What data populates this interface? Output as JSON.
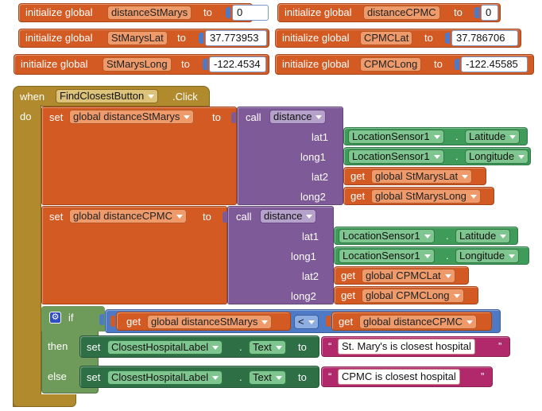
{
  "globals": [
    {
      "kw": "initialize global",
      "name": "distanceStMarys",
      "to": "to",
      "value": "0"
    },
    {
      "kw": "initialize global",
      "name": "StMarysLat",
      "to": "to",
      "value": "37.773953"
    },
    {
      "kw": "initialize global",
      "name": "StMarysLong",
      "to": "to",
      "value": "-122.4534"
    },
    {
      "kw": "initialize global",
      "name": "distanceCPMC",
      "to": "to",
      "value": "0"
    },
    {
      "kw": "initialize global",
      "name": "CPMCLat",
      "to": "to",
      "value": "37.786706"
    },
    {
      "kw": "initialize global",
      "name": "CPMCLong",
      "to": "to",
      "value": "-122.45585"
    }
  ],
  "event": {
    "when": "when",
    "component": "FindClosestButton",
    "event": ".Click",
    "do": "do"
  },
  "set1": {
    "set": "set",
    "var": "global distanceStMarys",
    "to": "to",
    "call": "call",
    "proc": "distance",
    "params": [
      "lat1",
      "long1",
      "lat2",
      "long2"
    ],
    "lat1": {
      "comp": "LocationSensor1",
      "dot": ".",
      "prop": "Latitude"
    },
    "long1": {
      "comp": "LocationSensor1",
      "dot": ".",
      "prop": "Longitude"
    },
    "lat2": {
      "get": "get",
      "var": "global StMarysLat"
    },
    "long2": {
      "get": "get",
      "var": "global StMarysLong"
    }
  },
  "set2": {
    "set": "set",
    "var": "global distanceCPMC",
    "to": "to",
    "call": "call",
    "proc": "distance",
    "params": [
      "lat1",
      "long1",
      "lat2",
      "long2"
    ],
    "lat1": {
      "comp": "LocationSensor1",
      "dot": ".",
      "prop": "Latitude"
    },
    "long1": {
      "comp": "LocationSensor1",
      "dot": ".",
      "prop": "Longitude"
    },
    "lat2": {
      "get": "get",
      "var": "global CPMCLat"
    },
    "long2": {
      "get": "get",
      "var": "global CPMCLong"
    }
  },
  "ifblock": {
    "if": "if",
    "then": "then",
    "else": "else",
    "left": {
      "get": "get",
      "var": "global distanceStMarys"
    },
    "op": "<",
    "right": {
      "get": "get",
      "var": "global distanceCPMC"
    },
    "thenSet": {
      "set": "set",
      "comp": "ClosestHospitalLabel",
      "dot": ".",
      "prop": "Text",
      "to": "to",
      "text": "St. Mary's is closest hospital"
    },
    "elseSet": {
      "set": "set",
      "comp": "ClosestHospitalLabel",
      "dot": ".",
      "prop": "Text",
      "to": "to",
      "text": "CPMC is closest hospital"
    }
  },
  "quote_open": "“",
  "quote_close": "”"
}
